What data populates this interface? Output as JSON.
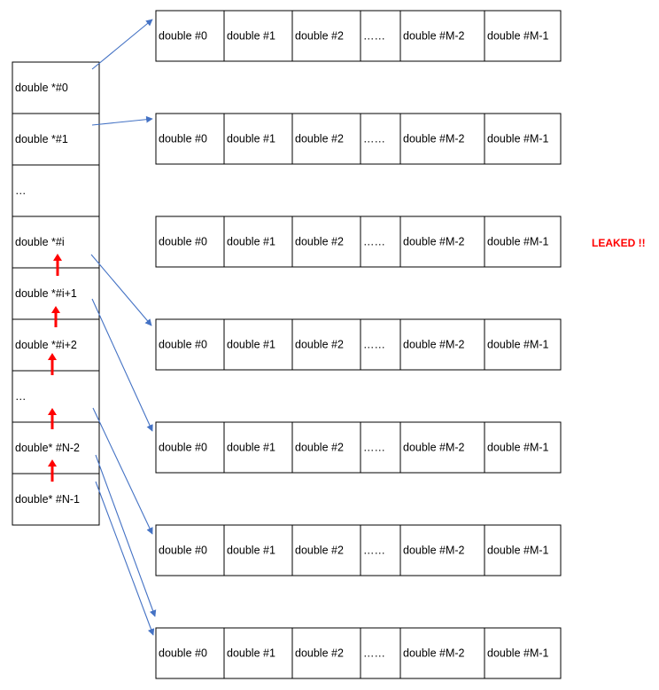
{
  "pointer_array": {
    "cells": [
      "double *#0",
      "double *#1",
      "…",
      "double *#i",
      "double *#i+1",
      "double *#i+2",
      "…",
      "double* #N-2",
      "double* #N-1"
    ]
  },
  "rows": [
    {
      "cells": [
        "double #0",
        "double #1",
        "double #2",
        "……",
        "double #M-2",
        "double #M-1"
      ]
    },
    {
      "cells": [
        "double #0",
        "double #1",
        "double #2",
        "……",
        "double #M-2",
        "double #M-1"
      ]
    },
    {
      "cells": [
        "double #0",
        "double #1",
        "double #2",
        "……",
        "double #M-2",
        "double #M-1"
      ]
    },
    {
      "cells": [
        "double #0",
        "double #1",
        "double #2",
        "……",
        "double #M-2",
        "double #M-1"
      ]
    },
    {
      "cells": [
        "double #0",
        "double #1",
        "double #2",
        "……",
        "double #M-2",
        "double #M-1"
      ]
    },
    {
      "cells": [
        "double #0",
        "double #1",
        "double #2",
        "……",
        "double #M-2",
        "double #M-1"
      ]
    },
    {
      "cells": [
        "double #0",
        "double #1",
        "double #2",
        "……",
        "double #M-2",
        "double #M-1"
      ]
    }
  ],
  "leak_label": "LEAKED !!",
  "colors": {
    "arrow": "#4472c4",
    "shift_arrow": "#ff0000",
    "leak": "#ff0000",
    "border": "#000000"
  }
}
